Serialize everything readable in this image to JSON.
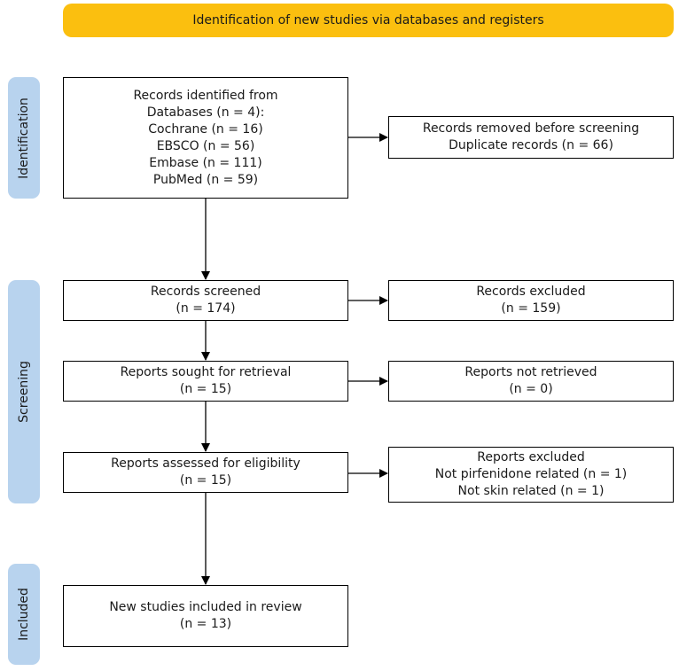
{
  "header": {
    "title": "Identification of new studies via databases and registers"
  },
  "phases": {
    "identification": "Identification",
    "screening": "Screening",
    "included": "Included"
  },
  "boxes": {
    "identified": {
      "lines": [
        "Records identified from",
        "Databases (n = 4):",
        "Cochrane (n = 16)",
        "EBSCO (n = 56)",
        "Embase (n = 111)",
        "PubMed (n = 59)"
      ]
    },
    "removed": {
      "lines": [
        "Records removed before screening",
        "Duplicate records (n = 66)"
      ]
    },
    "screened": {
      "lines": [
        "Records screened",
        "(n = 174)"
      ]
    },
    "excluded": {
      "lines": [
        "Records excluded",
        "(n = 159)"
      ]
    },
    "sought": {
      "lines": [
        "Reports sought for retrieval",
        "(n = 15)"
      ]
    },
    "not_retrieved": {
      "lines": [
        "Reports not retrieved",
        "(n = 0)"
      ]
    },
    "assessed": {
      "lines": [
        "Reports assessed for eligibility",
        "(n = 15)"
      ]
    },
    "reports_excluded": {
      "lines": [
        "Reports excluded",
        "Not pirfenidone related (n = 1)",
        "Not skin related (n = 1)"
      ]
    },
    "included": {
      "lines": [
        "New studies included in review",
        "(n = 13)"
      ]
    }
  },
  "colors": {
    "header": "#fbbf0f",
    "phase": "#b8d3ee",
    "border": "#000000"
  }
}
